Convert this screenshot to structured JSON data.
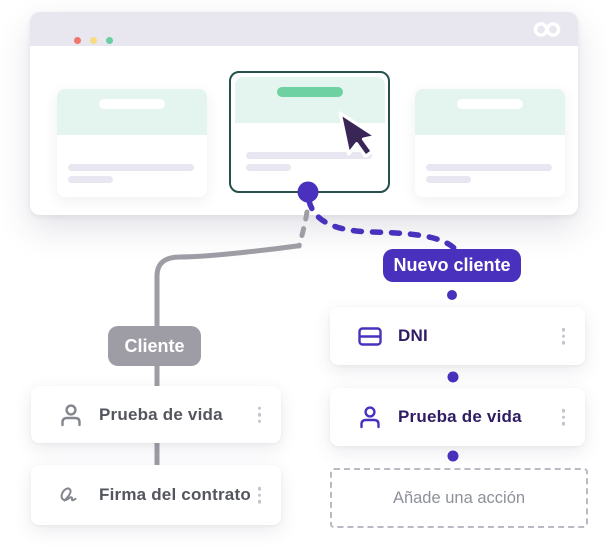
{
  "browser": {
    "traffic_lights": [
      "red",
      "yellow",
      "green"
    ],
    "logo_icon": "infinity-icon",
    "cards": [
      {
        "state": "default",
        "header_pill": "white"
      },
      {
        "state": "selected",
        "header_pill": "green"
      },
      {
        "state": "default",
        "header_pill": "white"
      }
    ]
  },
  "flow": {
    "left_branch": {
      "badge": "Cliente",
      "nodes": [
        {
          "icon": "person-icon",
          "label": "Prueba de vida"
        },
        {
          "icon": "signature-icon",
          "label": "Firma del contrato"
        }
      ]
    },
    "right_branch": {
      "badge": "Nuevo cliente",
      "nodes": [
        {
          "icon": "id-card-icon",
          "label": "DNI"
        },
        {
          "icon": "person-icon",
          "label": "Prueba de vida"
        }
      ],
      "add_action_placeholder": "Añade una acción"
    }
  },
  "colors": {
    "accent_purple": "#4A31BD",
    "dark_indigo_text": "#2F1C63",
    "teal_border": "#28504B",
    "mint": "#E4F4EF",
    "green_pill": "#6ED1A1",
    "gray_connector": "#9E9DA5",
    "cursor_fill": "#3A2557",
    "traffic_red": "#F0766B",
    "traffic_yellow": "#F7DB7F",
    "traffic_green": "#68CFA1"
  }
}
